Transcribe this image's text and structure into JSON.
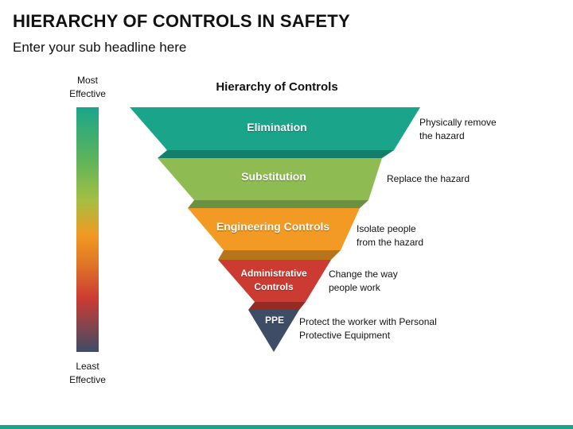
{
  "header": {
    "title": "HIERARCHY OF CONTROLS IN SAFETY",
    "subtitle": "Enter your sub headline here"
  },
  "scale": {
    "top_label": "Most\nEffective",
    "bottom_label": "Least\nEffective"
  },
  "diagram": {
    "title": "Hierarchy of Controls",
    "levels": [
      {
        "name": "Elimination",
        "description": "Physically remove\nthe hazard",
        "color": "#1aa58a"
      },
      {
        "name": "Substitution",
        "description": "Replace the hazard",
        "color": "#8fbc52"
      },
      {
        "name": "Engineering Controls",
        "description": "Isolate people\nfrom the hazard",
        "color": "#f29a24"
      },
      {
        "name": "Administrative\nControls",
        "description": "Change the way\npeople work",
        "color": "#cc3b32"
      },
      {
        "name": "PPE",
        "description": "Protect the worker with Personal\nProtective Equipment",
        "color": "#3f4c66"
      }
    ]
  },
  "colors": {
    "accent": "#1aa58a"
  }
}
